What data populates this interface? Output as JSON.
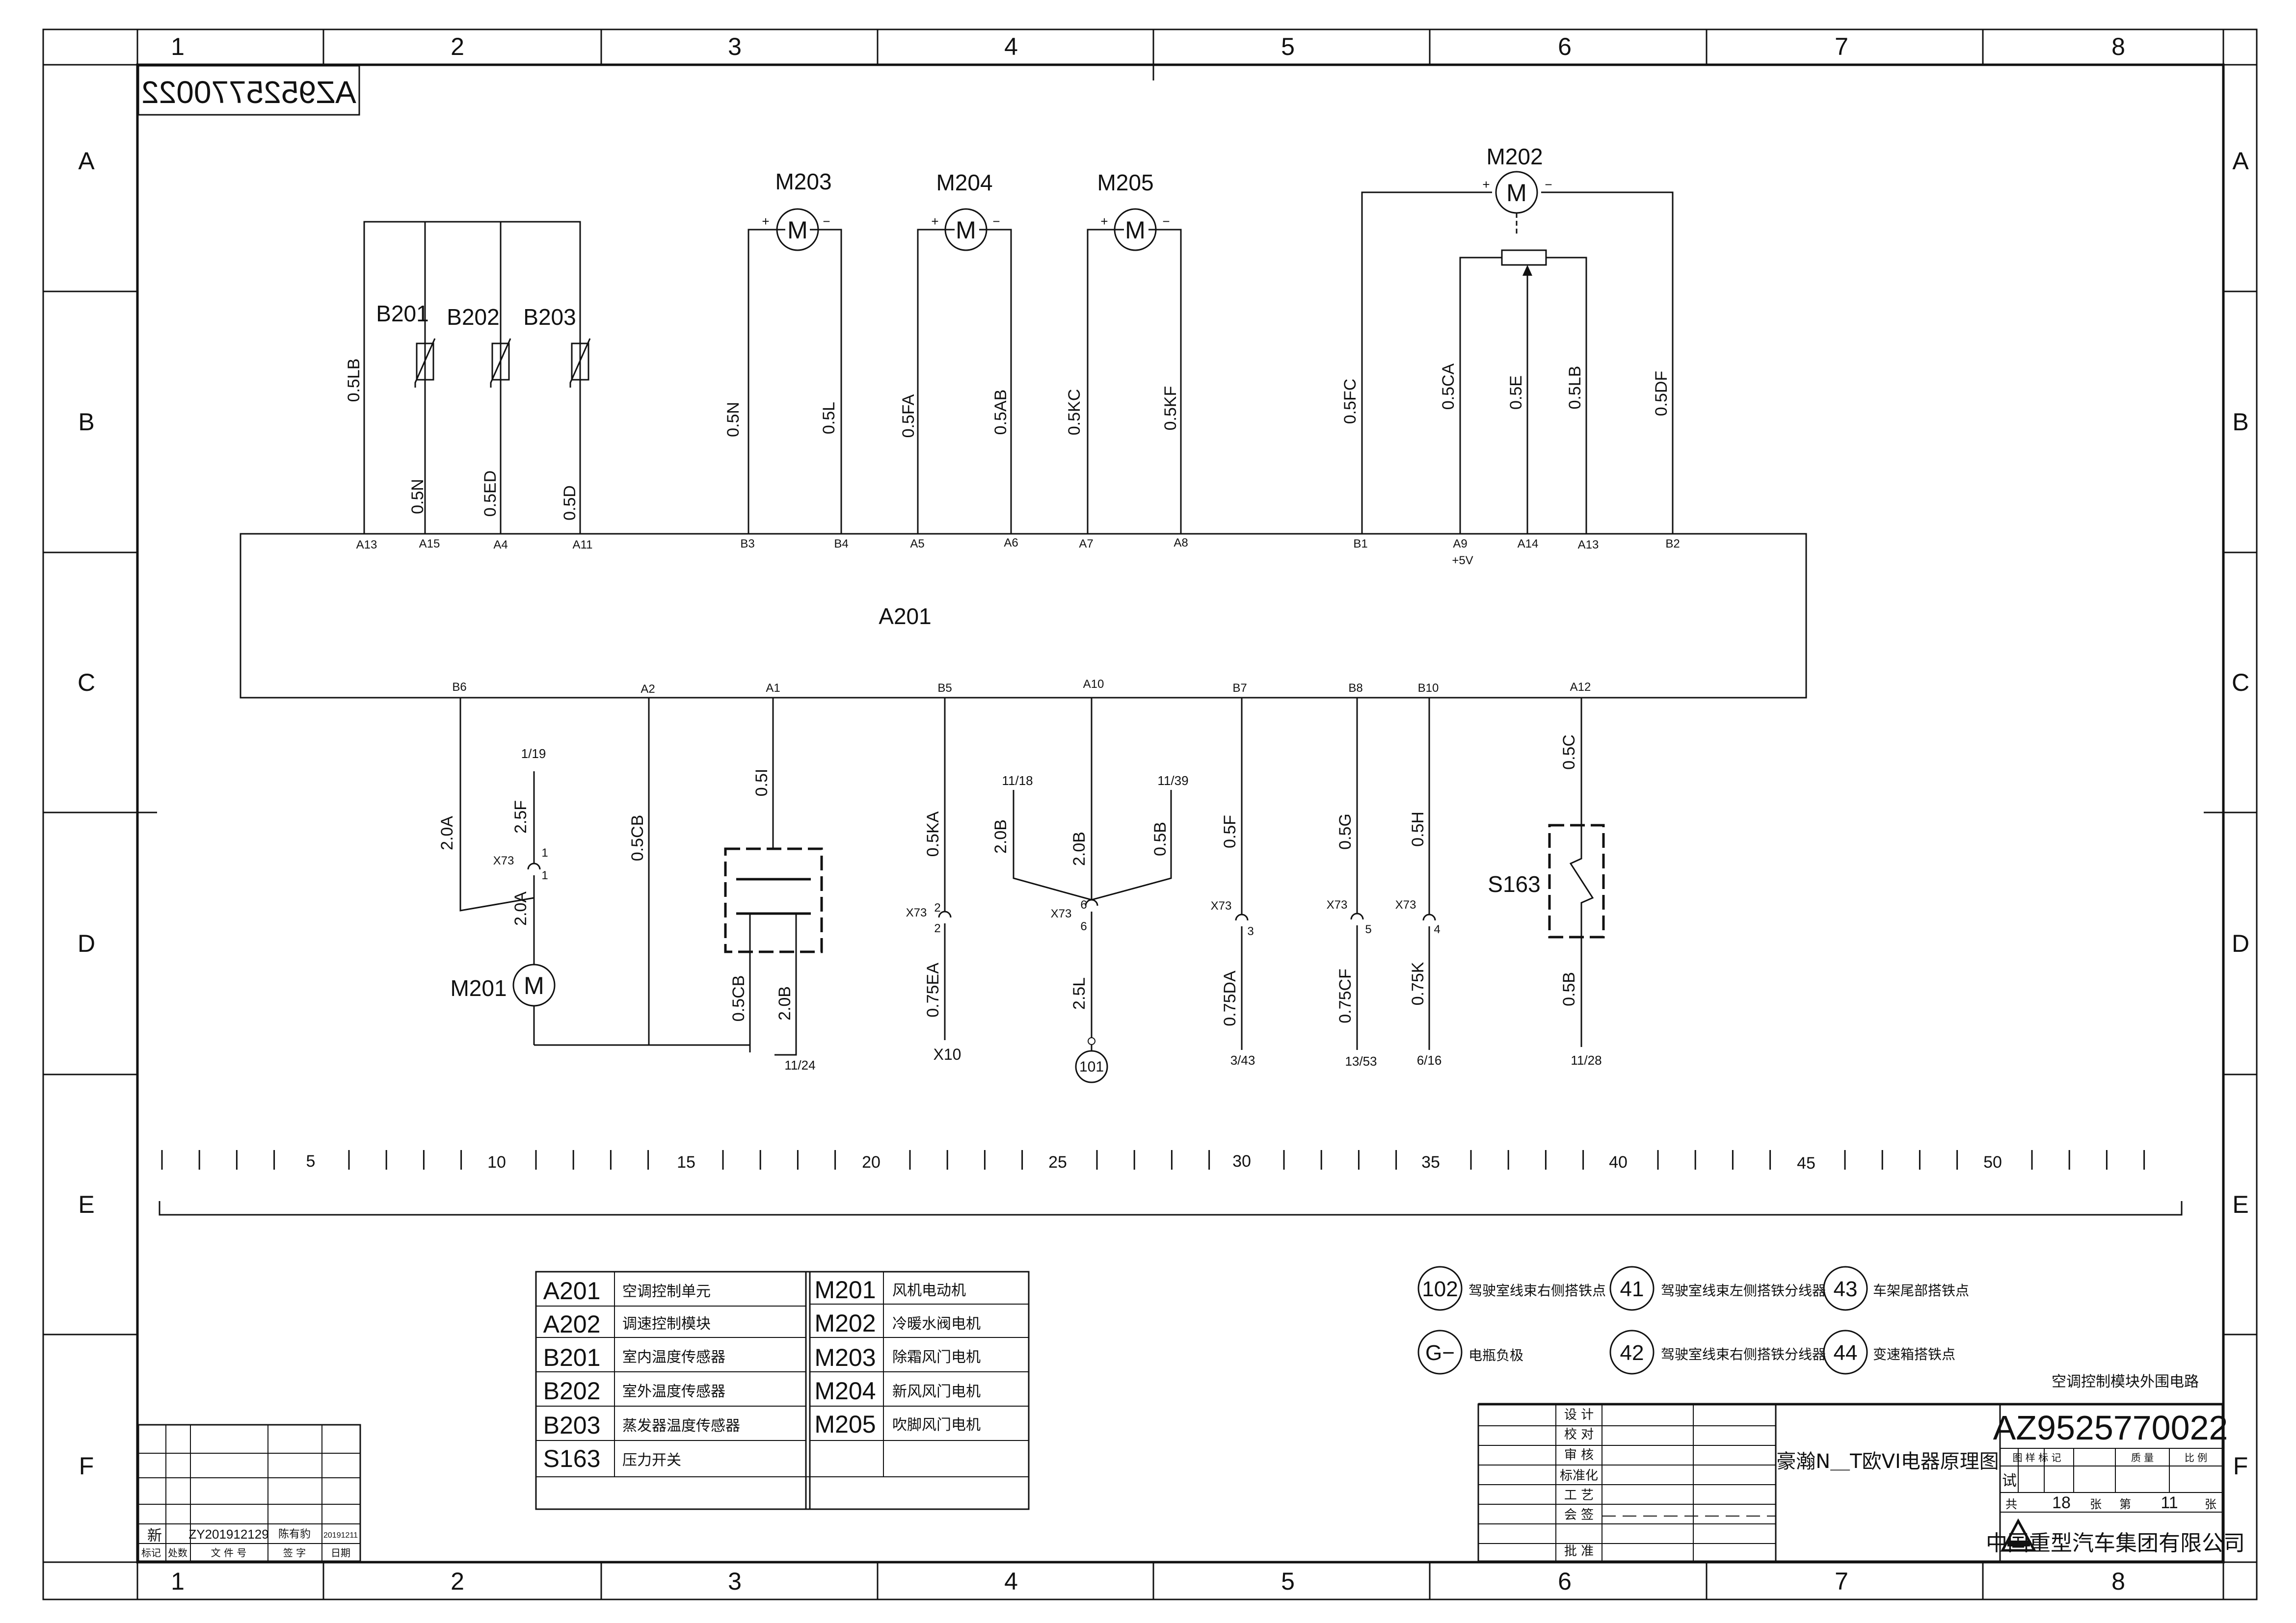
{
  "drawing_number": "AZ9525770022",
  "col_labels": [
    "1",
    "2",
    "3",
    "4",
    "5",
    "6",
    "7",
    "8"
  ],
  "row_labels": [
    "A",
    "B",
    "C",
    "D",
    "E",
    "F"
  ],
  "motors": {
    "m203": "M203",
    "m204": "M204",
    "m205": "M205",
    "m202": "M202",
    "m201": "M201",
    "plus": "+",
    "minus": "−",
    "symbol": "M"
  },
  "sensors": {
    "b201": "B201",
    "b202": "B202",
    "b203": "B203"
  },
  "controller": {
    "name": "A201",
    "top_pins": [
      "A13",
      "A15",
      "A4",
      "A11",
      "B3",
      "B4",
      "A5",
      "A6",
      "A7",
      "A8",
      "B1",
      "A9",
      "A14",
      "A13",
      "B2"
    ],
    "pin_note": "+5V",
    "bottom_pins": [
      "B6",
      "A2",
      "A1",
      "B5",
      "A10",
      "B7",
      "B8",
      "B10",
      "A12"
    ]
  },
  "top_wires": [
    "0.5LB",
    "0.5N",
    "0.5ED",
    "0.5D",
    "0.5N",
    "0.5L",
    "0.5FA",
    "0.5AB",
    "0.5KC",
    "0.5KF",
    "0.5FC",
    "0.5CA",
    "0.5E",
    "0.5LB",
    "0.5DF"
  ],
  "bottom_wires": {
    "w_2_0a": "2.0A",
    "w_2_5f": "2.5F",
    "w_2_0a_low": "2.0A",
    "w_0_5cb": "0.5CB",
    "w_0_5i": "0.5I",
    "w_0_5cb_low": "0.5CB",
    "w_2_0b_low": "2.0B",
    "w_0_5ka": "0.5KA",
    "w_0_75ea": "0.75EA",
    "w_2_0b_a": "2.0B",
    "w_2_0b_b": "2.0B",
    "w_0_5b": "0.5B",
    "w_2_5l": "2.5L",
    "w_0_5f": "0.5F",
    "w_0_75da": "0.75DA",
    "w_0_5g": "0.5G",
    "w_0_75cf": "0.75CF",
    "w_0_5h": "0.5H",
    "w_0_75k": "0.75K",
    "w_0_5c": "0.5C",
    "w_0_5b_low": "0.5B"
  },
  "connector": "X73",
  "connector_pins": {
    "p1a": "1",
    "p1b": "1",
    "p2a": "2",
    "p2b": "2",
    "p6a": "6",
    "p6b": "6",
    "p3": "3",
    "p5": "5",
    "p4": "4"
  },
  "refs": {
    "r1_19": "1/19",
    "r11_24": "11/24",
    "x10": "X10",
    "r11_18": "11/18",
    "r11_39": "11/39",
    "r3_43": "3/43",
    "r13_53": "13/53",
    "r6_16": "6/16",
    "r11_28": "11/28",
    "g101": "101"
  },
  "switch": "S163",
  "ruler": [
    "5",
    "10",
    "15",
    "20",
    "25",
    "30",
    "35",
    "40",
    "45",
    "50"
  ],
  "legend": {
    "left": [
      {
        "code": "A201",
        "desc": "空调控制单元"
      },
      {
        "code": "A202",
        "desc": "调速控制模块"
      },
      {
        "code": "B201",
        "desc": "室内温度传感器"
      },
      {
        "code": "B202",
        "desc": "室外温度传感器"
      },
      {
        "code": "B203",
        "desc": "蒸发器温度传感器"
      },
      {
        "code": "S163",
        "desc": "压力开关"
      }
    ],
    "right": [
      {
        "code": "M201",
        "desc": "风机电动机"
      },
      {
        "code": "M202",
        "desc": "冷暖水阀电机"
      },
      {
        "code": "M203",
        "desc": "除霜风门电机"
      },
      {
        "code": "M204",
        "desc": "新风风门电机"
      },
      {
        "code": "M205",
        "desc": "吹脚风门电机"
      }
    ]
  },
  "ground_points": [
    {
      "id": "102",
      "desc": "驾驶室线束右侧搭铁点"
    },
    {
      "id": "41",
      "desc": "驾驶室线束左侧搭铁分线器"
    },
    {
      "id": "43",
      "desc": "车架尾部搭铁点"
    },
    {
      "id": "G−",
      "desc": "电瓶负极"
    },
    {
      "id": "42",
      "desc": "驾驶室线束右侧搭铁分线器"
    },
    {
      "id": "44",
      "desc": "变速箱搭铁点"
    }
  ],
  "title_block": {
    "subtitle": "空调控制模块外围电路",
    "name": "豪瀚N＿T欧VI电器原理图",
    "company": "中国重型汽车集团有限公司",
    "roles": [
      "设 计",
      "校 对",
      "审 核",
      "标准化",
      "工 艺",
      "会 签",
      "批 准"
    ],
    "head_labels": [
      "图 样 标 记",
      "质 量",
      "比 例"
    ],
    "trial": "试",
    "sheet_total_label": "共",
    "sheet_total": "18",
    "sheet_unit": "张",
    "sheet_index_label": "第",
    "sheet_index": "11",
    "sheet_unit2": "张"
  },
  "revision": {
    "mark": "新",
    "doc": "ZY201912129",
    "signer": "陈有豹",
    "date": "20191211",
    "headers": [
      "标记",
      "处数",
      "文 件 号",
      "签 字",
      "日期"
    ]
  }
}
